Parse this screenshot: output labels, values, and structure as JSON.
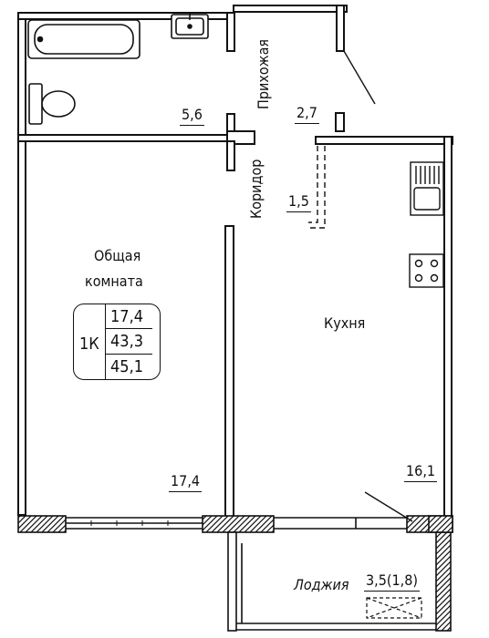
{
  "rooms": {
    "living": {
      "name_line1": "Общая",
      "name_line2": "комната",
      "area": "17,4"
    },
    "kitchen": {
      "name": "Кухня",
      "area": "16,1"
    },
    "bathroom": {
      "area": "5,6"
    },
    "hallway": {
      "name": "Прихожая",
      "area": "2,7"
    },
    "corridor": {
      "name": "Коридор",
      "area": "1,5"
    },
    "loggia": {
      "name": "Лоджия",
      "area": "3,5(1,8)"
    }
  },
  "summary": {
    "type_code": "1К",
    "living_area": "17,4",
    "total_area": "43,3",
    "total_with_loggia": "45,1"
  }
}
